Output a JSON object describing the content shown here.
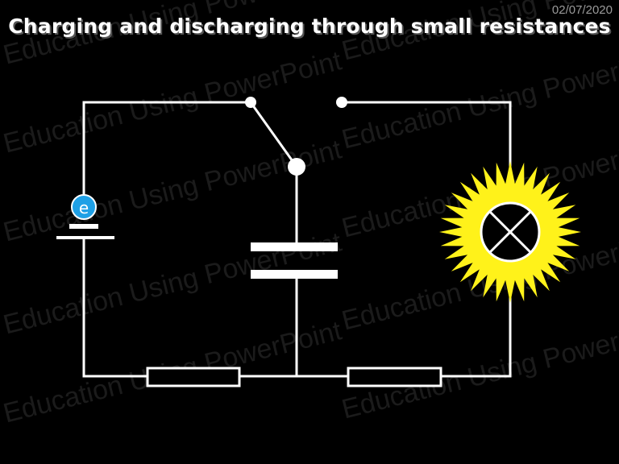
{
  "slide": {
    "date": "02/07/2020",
    "title": "Charging and discharging through small resistances",
    "watermark": "Education Using PowerPoint"
  },
  "components": {
    "electron_label": "e",
    "electron_color": "#1ea0e6",
    "lamp_glow_color": "#fff21a",
    "wire_color": "#ffffff"
  }
}
